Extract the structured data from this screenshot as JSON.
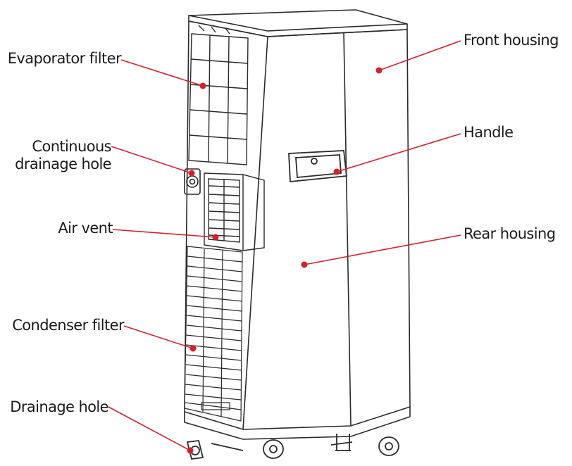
{
  "colors": {
    "callout_line": "#d0222a",
    "callout_dot": "#d0222a",
    "drawing_stroke": "#2a2a2a",
    "label_text": "#1a1a1a"
  },
  "labels": {
    "evaporator_filter": "Evaporator filter",
    "continuous_drainage_hole_line1": "Continuous",
    "continuous_drainage_hole_line2": "drainage hole",
    "air_vent": "Air vent",
    "condenser_filter": "Condenser filter",
    "drainage_hole": "Drainage hole",
    "front_housing": "Front housing",
    "handle": "Handle",
    "rear_housing": "Rear housing"
  }
}
